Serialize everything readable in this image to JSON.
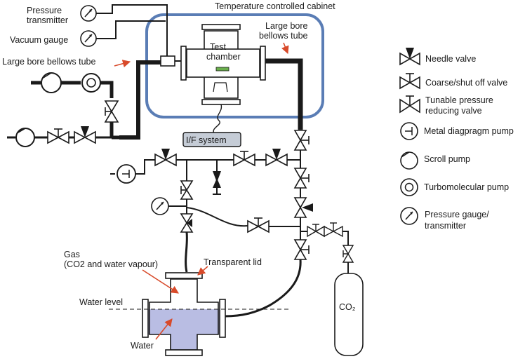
{
  "labels": {
    "cabinet": "Temperature controlled cabinet",
    "pressure_transmitter_1": "Pressure",
    "pressure_transmitter_2": "transmitter",
    "vacuum_gauge": "Vacuum gauge",
    "bellows_left": "Large bore bellows tube",
    "bellows_right_1": "Large bore",
    "bellows_right_2": "bellows tube",
    "test_chamber_1": "Test",
    "test_chamber_2": "chamber",
    "if_system": "I/F system",
    "gas_1": "Gas",
    "gas_2": "(CO2 and water vapour)",
    "transparent_lid": "Transparent lid",
    "water_level": "Water level",
    "water": "Water",
    "co2": "CO₂"
  },
  "legend": [
    {
      "icon": "needle-valve-icon",
      "text": [
        "Needle valve"
      ]
    },
    {
      "icon": "coarse-valve-icon",
      "text": [
        "Coarse/shut off valve"
      ]
    },
    {
      "icon": "reducing-valve-icon",
      "text": [
        "Tunable pressure",
        "reducing valve"
      ]
    },
    {
      "icon": "diaphragm-pump-icon",
      "text": [
        "Metal diagpragm pump"
      ]
    },
    {
      "icon": "scroll-pump-icon",
      "text": [
        "Scroll pump"
      ]
    },
    {
      "icon": "turbo-pump-icon",
      "text": [
        "Turbomolecular  pump"
      ]
    },
    {
      "icon": "pressure-gauge-icon",
      "text": [
        "Pressure  gauge/",
        "transmitter"
      ]
    }
  ],
  "colors": {
    "cabinet_border": "#5a7db5",
    "if_box_fill": "#c5ccd6",
    "water_fill": "#b9bde3",
    "arrow": "#d84a2a",
    "line": "#1a1a1a"
  }
}
